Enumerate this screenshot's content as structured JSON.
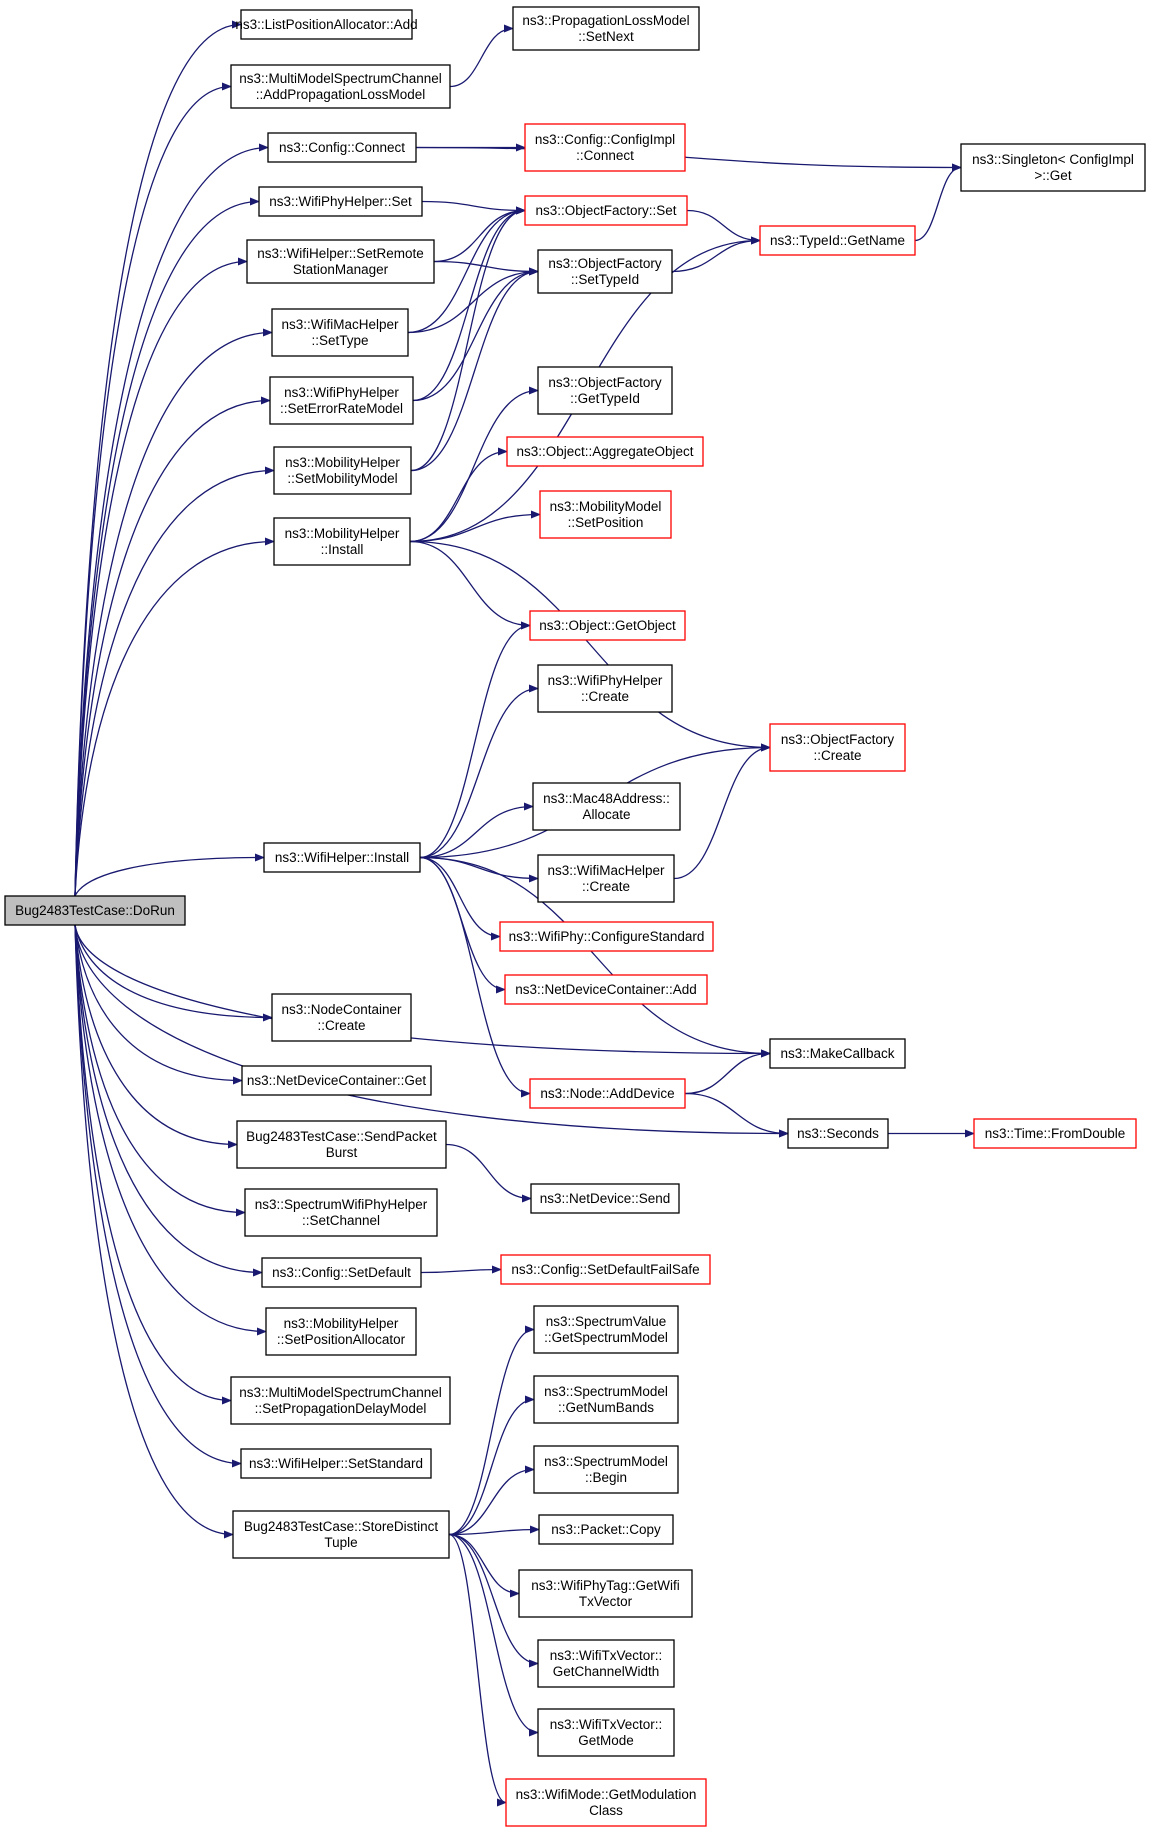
{
  "colors": {
    "edge": "#191970",
    "root_fill": "#bfbfbf",
    "node_fill": "#ffffff",
    "normal_border": "#000000",
    "truncated_border": "#ff0000"
  },
  "nodes": [
    {
      "id": "root",
      "lines": [
        "Bug2483TestCase::DoRun"
      ],
      "style": "root"
    },
    {
      "id": "lpa_add",
      "lines": [
        "ns3::ListPositionAllocator::Add"
      ],
      "style": "normal"
    },
    {
      "id": "plm_setnext",
      "lines": [
        "ns3::PropagationLossModel",
        "::SetNext"
      ],
      "style": "normal"
    },
    {
      "id": "mmsc_addplm",
      "lines": [
        "ns3::MultiModelSpectrumChannel",
        "::AddPropagationLossModel"
      ],
      "style": "normal"
    },
    {
      "id": "cfg_connect",
      "lines": [
        "ns3::Config::Connect"
      ],
      "style": "normal"
    },
    {
      "id": "cfgimpl_connect",
      "lines": [
        "ns3::Config::ConfigImpl",
        "::Connect"
      ],
      "style": "truncated"
    },
    {
      "id": "singleton_get",
      "lines": [
        "ns3::Singleton< ConfigImpl",
        ">::Get"
      ],
      "style": "normal"
    },
    {
      "id": "wphy_set",
      "lines": [
        "ns3::WifiPhyHelper::Set"
      ],
      "style": "normal"
    },
    {
      "id": "of_set",
      "lines": [
        "ns3::ObjectFactory::Set"
      ],
      "style": "truncated"
    },
    {
      "id": "typeid_getname",
      "lines": [
        "ns3::TypeId::GetName"
      ],
      "style": "truncated"
    },
    {
      "id": "wh_setrsm",
      "lines": [
        "ns3::WifiHelper::SetRemote",
        "StationManager"
      ],
      "style": "normal"
    },
    {
      "id": "of_settypeid",
      "lines": [
        "ns3::ObjectFactory",
        "::SetTypeId"
      ],
      "style": "normal"
    },
    {
      "id": "wmac_settype",
      "lines": [
        "ns3::WifiMacHelper",
        "::SetType"
      ],
      "style": "normal"
    },
    {
      "id": "wphy_seterm",
      "lines": [
        "ns3::WifiPhyHelper",
        "::SetErrorRateModel"
      ],
      "style": "normal"
    },
    {
      "id": "of_gettypeid",
      "lines": [
        "ns3::ObjectFactory",
        "::GetTypeId"
      ],
      "style": "normal"
    },
    {
      "id": "mob_setmm",
      "lines": [
        "ns3::MobilityHelper",
        "::SetMobilityModel"
      ],
      "style": "normal"
    },
    {
      "id": "obj_aggregate",
      "lines": [
        "ns3::Object::AggregateObject"
      ],
      "style": "truncated"
    },
    {
      "id": "mm_setpos",
      "lines": [
        "ns3::MobilityModel",
        "::SetPosition"
      ],
      "style": "truncated"
    },
    {
      "id": "mob_install",
      "lines": [
        "ns3::MobilityHelper",
        "::Install"
      ],
      "style": "normal"
    },
    {
      "id": "obj_getobject",
      "lines": [
        "ns3::Object::GetObject"
      ],
      "style": "truncated"
    },
    {
      "id": "wphy_create",
      "lines": [
        "ns3::WifiPhyHelper",
        "::Create"
      ],
      "style": "normal"
    },
    {
      "id": "of_create",
      "lines": [
        "ns3::ObjectFactory",
        "::Create"
      ],
      "style": "truncated"
    },
    {
      "id": "mac48_alloc",
      "lines": [
        "ns3::Mac48Address::",
        "Allocate"
      ],
      "style": "normal"
    },
    {
      "id": "wh_install",
      "lines": [
        "ns3::WifiHelper::Install"
      ],
      "style": "normal"
    },
    {
      "id": "wmac_create",
      "lines": [
        "ns3::WifiMacHelper",
        "::Create"
      ],
      "style": "normal"
    },
    {
      "id": "wifiphy_cfgstd",
      "lines": [
        "ns3::WifiPhy::ConfigureStandard"
      ],
      "style": "truncated"
    },
    {
      "id": "ndc_add",
      "lines": [
        "ns3::NetDeviceContainer::Add"
      ],
      "style": "truncated"
    },
    {
      "id": "nc_create",
      "lines": [
        "ns3::NodeContainer",
        "::Create"
      ],
      "style": "normal"
    },
    {
      "id": "makecallback",
      "lines": [
        "ns3::MakeCallback"
      ],
      "style": "normal"
    },
    {
      "id": "ndc_get",
      "lines": [
        "ns3::NetDeviceContainer::Get"
      ],
      "style": "normal"
    },
    {
      "id": "node_adddevice",
      "lines": [
        "ns3::Node::AddDevice"
      ],
      "style": "truncated"
    },
    {
      "id": "seconds",
      "lines": [
        "ns3::Seconds"
      ],
      "style": "normal"
    },
    {
      "id": "time_fromdouble",
      "lines": [
        "ns3::Time::FromDouble"
      ],
      "style": "truncated"
    },
    {
      "id": "sendpacketburst",
      "lines": [
        "Bug2483TestCase::SendPacket",
        "Burst"
      ],
      "style": "normal"
    },
    {
      "id": "netdev_send",
      "lines": [
        "ns3::NetDevice::Send"
      ],
      "style": "normal"
    },
    {
      "id": "swph_setchannel",
      "lines": [
        "ns3::SpectrumWifiPhyHelper",
        "::SetChannel"
      ],
      "style": "normal"
    },
    {
      "id": "cfg_setdefault",
      "lines": [
        "ns3::Config::SetDefault"
      ],
      "style": "normal"
    },
    {
      "id": "cfg_setdefaultfs",
      "lines": [
        "ns3::Config::SetDefaultFailSafe"
      ],
      "style": "truncated"
    },
    {
      "id": "mob_setposalloc",
      "lines": [
        "ns3::MobilityHelper",
        "::SetPositionAllocator"
      ],
      "style": "normal"
    },
    {
      "id": "sv_getsm",
      "lines": [
        "ns3::SpectrumValue",
        "::GetSpectrumModel"
      ],
      "style": "normal"
    },
    {
      "id": "mmsc_setpdm",
      "lines": [
        "ns3::MultiModelSpectrumChannel",
        "::SetPropagationDelayModel"
      ],
      "style": "normal"
    },
    {
      "id": "sm_getnumbands",
      "lines": [
        "ns3::SpectrumModel",
        "::GetNumBands"
      ],
      "style": "normal"
    },
    {
      "id": "wh_setstandard",
      "lines": [
        "ns3::WifiHelper::SetStandard"
      ],
      "style": "normal"
    },
    {
      "id": "sm_begin",
      "lines": [
        "ns3::SpectrumModel",
        "::Begin"
      ],
      "style": "normal"
    },
    {
      "id": "storedistinct",
      "lines": [
        "Bug2483TestCase::StoreDistinct",
        "Tuple"
      ],
      "style": "normal"
    },
    {
      "id": "packet_copy",
      "lines": [
        "ns3::Packet::Copy"
      ],
      "style": "normal"
    },
    {
      "id": "wpt_gettxv",
      "lines": [
        "ns3::WifiPhyTag::GetWifi",
        "TxVector"
      ],
      "style": "normal"
    },
    {
      "id": "wtxv_getcw",
      "lines": [
        "ns3::WifiTxVector::",
        "GetChannelWidth"
      ],
      "style": "normal"
    },
    {
      "id": "wtxv_getmode",
      "lines": [
        "ns3::WifiTxVector::",
        "GetMode"
      ],
      "style": "normal"
    },
    {
      "id": "wmode_getmc",
      "lines": [
        "ns3::WifiMode::GetModulation",
        "Class"
      ],
      "style": "truncated"
    }
  ],
  "edges": [
    [
      "root",
      "lpa_add"
    ],
    [
      "root",
      "mmsc_addplm"
    ],
    [
      "root",
      "cfg_connect"
    ],
    [
      "root",
      "wphy_set"
    ],
    [
      "root",
      "wh_setrsm"
    ],
    [
      "root",
      "wmac_settype"
    ],
    [
      "root",
      "wphy_seterm"
    ],
    [
      "root",
      "mob_setmm"
    ],
    [
      "root",
      "mob_install"
    ],
    [
      "root",
      "wh_install"
    ],
    [
      "root",
      "makecallback"
    ],
    [
      "root",
      "seconds"
    ],
    [
      "root",
      "nc_create"
    ],
    [
      "root",
      "ndc_get"
    ],
    [
      "root",
      "sendpacketburst"
    ],
    [
      "root",
      "swph_setchannel"
    ],
    [
      "root",
      "cfg_setdefault"
    ],
    [
      "root",
      "mob_setposalloc"
    ],
    [
      "root",
      "mmsc_setpdm"
    ],
    [
      "root",
      "wh_setstandard"
    ],
    [
      "root",
      "storedistinct"
    ],
    [
      "mmsc_addplm",
      "plm_setnext"
    ],
    [
      "cfg_connect",
      "cfgimpl_connect"
    ],
    [
      "cfg_connect",
      "singleton_get"
    ],
    [
      "wphy_set",
      "of_set"
    ],
    [
      "of_set",
      "typeid_getname"
    ],
    [
      "typeid_getname",
      "singleton_get"
    ],
    [
      "wh_setrsm",
      "of_set"
    ],
    [
      "wh_setrsm",
      "of_settypeid"
    ],
    [
      "of_settypeid",
      "typeid_getname"
    ],
    [
      "wmac_settype",
      "of_set"
    ],
    [
      "wmac_settype",
      "of_settypeid"
    ],
    [
      "wphy_seterm",
      "of_set"
    ],
    [
      "wphy_seterm",
      "of_settypeid"
    ],
    [
      "mob_setmm",
      "of_set"
    ],
    [
      "mob_setmm",
      "of_settypeid"
    ],
    [
      "mob_install",
      "typeid_getname"
    ],
    [
      "mob_install",
      "of_gettypeid"
    ],
    [
      "mob_install",
      "obj_aggregate"
    ],
    [
      "mob_install",
      "mm_setpos"
    ],
    [
      "mob_install",
      "obj_getobject"
    ],
    [
      "mob_install",
      "of_create"
    ],
    [
      "wh_install",
      "obj_getobject"
    ],
    [
      "wh_install",
      "wphy_create"
    ],
    [
      "wh_install",
      "of_create"
    ],
    [
      "wh_install",
      "mac48_alloc"
    ],
    [
      "wh_install",
      "wmac_create"
    ],
    [
      "wh_install",
      "wifiphy_cfgstd"
    ],
    [
      "wh_install",
      "ndc_add"
    ],
    [
      "wh_install",
      "node_adddevice"
    ],
    [
      "wh_install",
      "makecallback"
    ],
    [
      "wmac_create",
      "of_create"
    ],
    [
      "node_adddevice",
      "makecallback"
    ],
    [
      "node_adddevice",
      "seconds"
    ],
    [
      "seconds",
      "time_fromdouble"
    ],
    [
      "sendpacketburst",
      "netdev_send"
    ],
    [
      "cfg_setdefault",
      "cfg_setdefaultfs"
    ],
    [
      "storedistinct",
      "sv_getsm"
    ],
    [
      "storedistinct",
      "sm_getnumbands"
    ],
    [
      "storedistinct",
      "sm_begin"
    ],
    [
      "storedistinct",
      "packet_copy"
    ],
    [
      "storedistinct",
      "wpt_gettxv"
    ],
    [
      "storedistinct",
      "wtxv_getcw"
    ],
    [
      "storedistinct",
      "wtxv_getmode"
    ],
    [
      "storedistinct",
      "wmode_getmc"
    ]
  ]
}
